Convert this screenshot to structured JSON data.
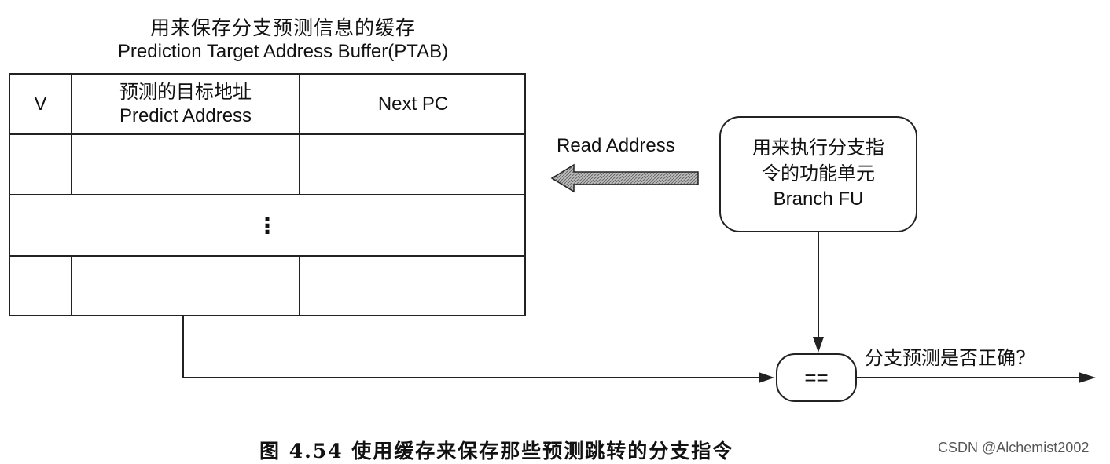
{
  "ptab": {
    "title_cn": "用来保存分支预测信息的缓存",
    "title_en": "Prediction Target Address Buffer(PTAB)",
    "header_v": "V",
    "header_predict_cn": "预测的目标地址",
    "header_predict_en": "Predict Address",
    "header_next_pc": "Next PC",
    "ellipsis": "⋮"
  },
  "branch_fu": {
    "line1": "用来执行分支指",
    "line2": "令的功能单元",
    "line3": "Branch FU"
  },
  "read_address_label": "Read Address",
  "comparator_label": "==",
  "result_label": "分支预测是否正确?",
  "caption": "图 4.54  使用缓存来保存那些预测跳转的分支指令",
  "watermark": "CSDN @Alchemist2002"
}
